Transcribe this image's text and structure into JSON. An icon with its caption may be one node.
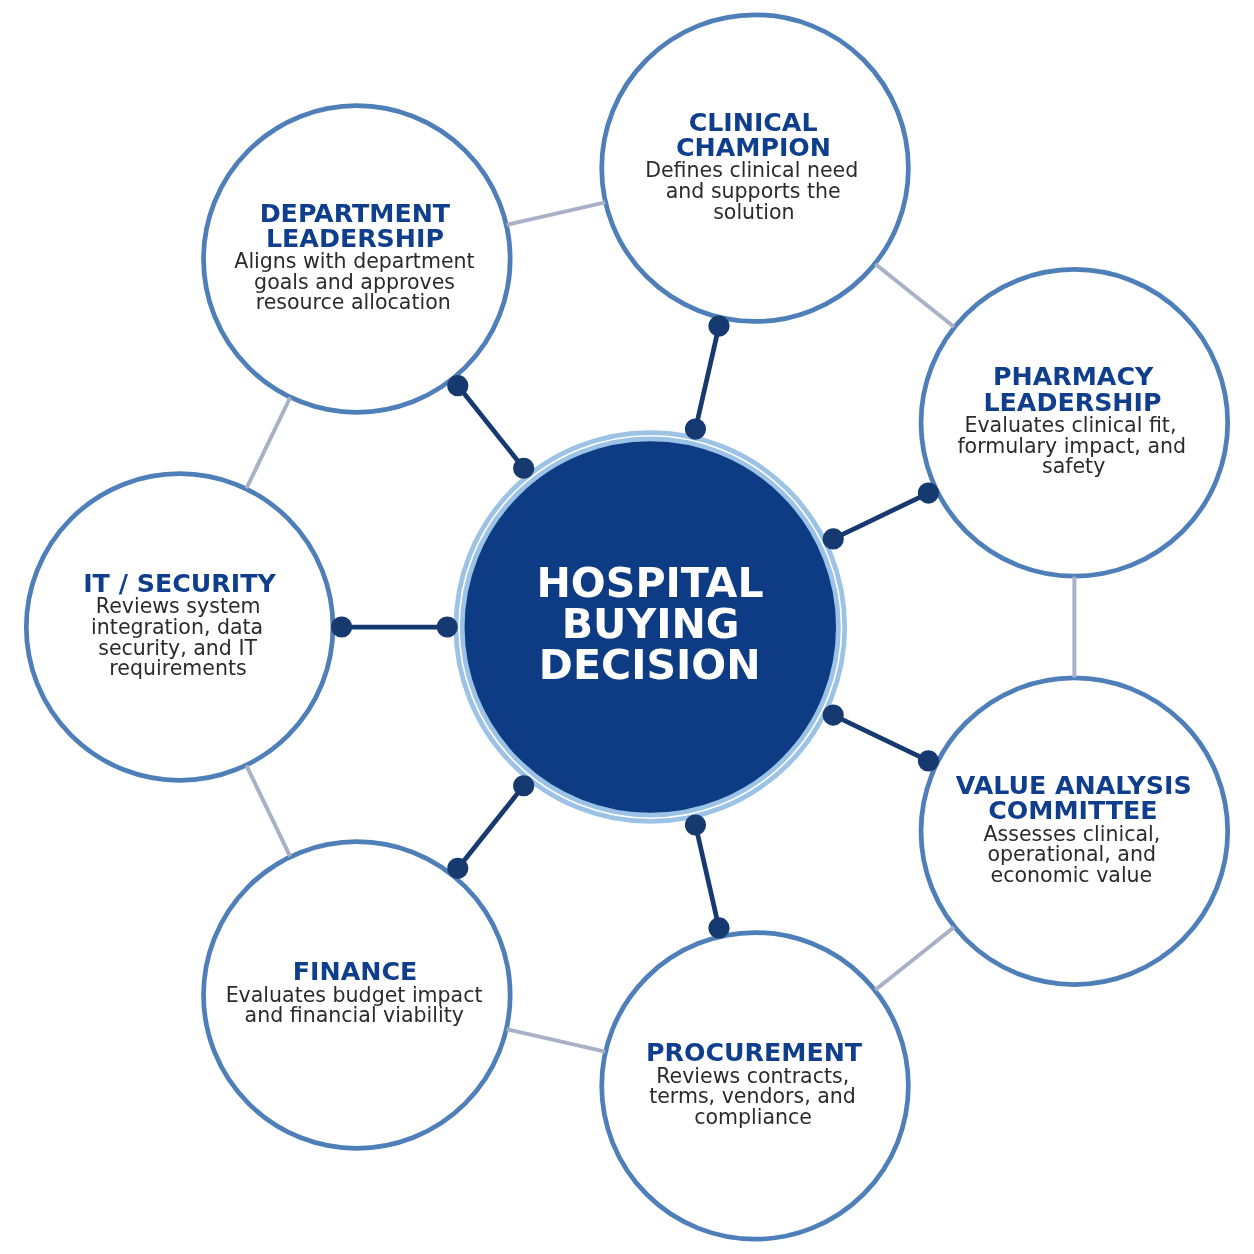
{
  "diagram": {
    "nodes": [
      {
        "text": [
          "HOSPITAL BUYING DECISION"
        ]
      },
      {
        "text": [
          "CLINICAL CHAMPION",
          "Defines clinical need and supports the solution"
        ]
      },
      {
        "text": [
          "PHARMACY LEADERSHIP",
          "Evaluates clinical fit, formulary impact, and safety"
        ]
      },
      {
        "text": [
          "VALUE ANALYSIS COMMITTEE",
          "Assesses clinical, operational, and economic value"
        ]
      },
      {
        "text": [
          "PROCUREMENT",
          "Reviews contracts, terms, vendors, and compliance"
        ]
      },
      {
        "text": [
          "FINANCE",
          "Evaluates budget impact and financial viability"
        ]
      },
      {
        "text": [
          "IT / SECURITY",
          "Reviews system integration, data security, and IT requirements"
        ]
      },
      {
        "text": [
          "DEPARTMENT LEADERSHIP",
          "Aligns with department goals and approves resource allocation"
        ]
      }
    ],
    "edges": [
      {
        "from": 0,
        "to": 1,
        "arrow": "other"
      },
      {
        "from": 0,
        "to": 2,
        "arrow": "other"
      },
      {
        "from": 0,
        "to": 3,
        "arrow": "other"
      },
      {
        "from": 0,
        "to": 4,
        "arrow": "other"
      },
      {
        "from": 0,
        "to": 5,
        "arrow": "other"
      },
      {
        "from": 0,
        "to": 6,
        "arrow": "other"
      },
      {
        "from": 0,
        "to": 7,
        "arrow": "other"
      },
      {
        "from": 1,
        "to": 2,
        "arrow": "none",
        "color": "#a9b1c6"
      },
      {
        "from": 2,
        "to": 3,
        "arrow": "none",
        "color": "#a9b1c6"
      },
      {
        "from": 3,
        "to": 4,
        "arrow": "none",
        "color": "#a9b1c6"
      },
      {
        "from": 4,
        "to": 5,
        "arrow": "none",
        "color": "#a9b1c6"
      },
      {
        "from": 5,
        "to": 6,
        "arrow": "none",
        "color": "#a9b1c6"
      },
      {
        "from": 6,
        "to": 7,
        "arrow": "none",
        "color": "#a9b1c6"
      },
      {
        "from": 7,
        "to": 1,
        "arrow": "none",
        "color": "#a9b1c6"
      }
    ]
  }
}
